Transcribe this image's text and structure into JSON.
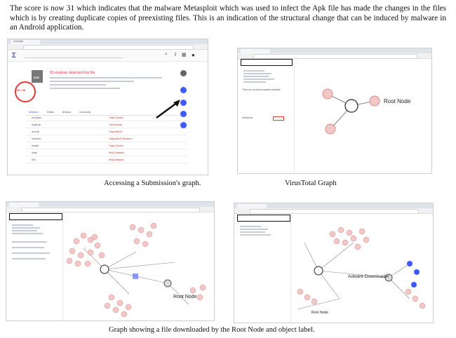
{
  "paragraph": "The score is now 31 which indicates that the malware Metasploit which was used to infect the Apk file has made the changes in the files which is by creating duplicate copies of preexisting files. This is an indication of the structural change that can be induced by malware in an Android application.",
  "captions": {
    "top_left": "Accessing a Submission's graph.",
    "top_right": "VirusTotal Graph",
    "bottom": "Graph showing a file downloaded by the Root Node and object label."
  },
  "fig1": {
    "tab": "VirusTotal",
    "detected_heading": "55 engines detected this file",
    "score": "55 / 68",
    "file_type": "EXE",
    "tabs": [
      "Detection",
      "Details",
      "Behavior",
      "Community"
    ],
    "engines": [
      "Ad-Aware",
      "AegisLab",
      "AhnLab",
      "Antiy-AVL",
      "Arcabit",
      "Avast",
      "AVG"
    ],
    "results": [
      "Trojan.Generic",
      "Troj.Renamer",
      "Trojan/Win32",
      "Trojan/Win32.Renamer",
      "Trojan.Generic",
      "Win32:Malware",
      "Win32:Malware"
    ]
  },
  "fig2": {
    "root_label": "Root Node",
    "panel_title": "Detections",
    "panel_sub": "There are no extra properties available"
  },
  "fig3": {
    "root_label": "Root Node"
  },
  "fig4": {
    "root_label": "Root Node",
    "object_label": "Adware Downloader"
  },
  "colors": {
    "accent": "#3d5afe",
    "danger": "#e53935",
    "node_file": "#e6a3a3"
  }
}
